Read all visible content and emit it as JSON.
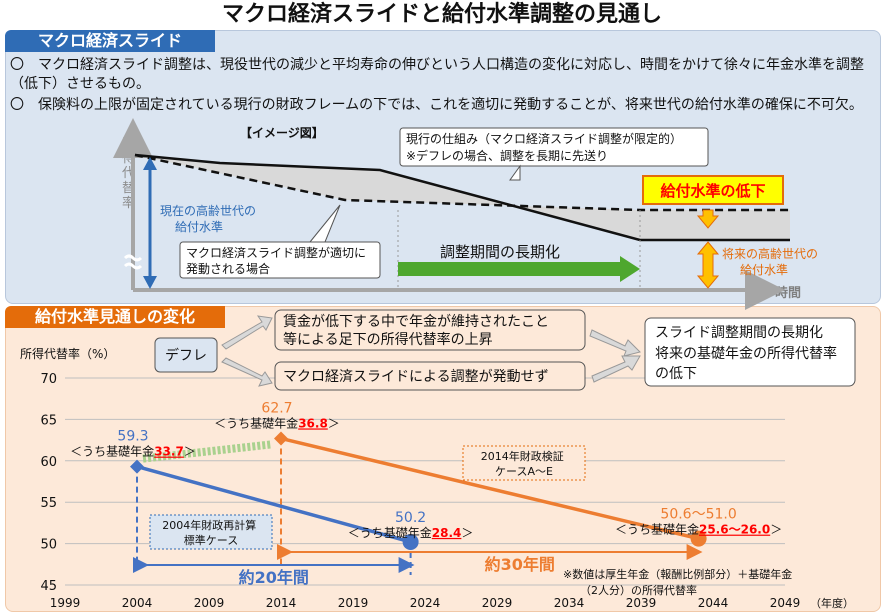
{
  "title": "マクロ経済スライドと給付水準調整の見通し",
  "section1": {
    "tag": "マクロ経済スライド",
    "bullet1": "〇　マクロ経済スライド調整は、現役世代の減少と平均寿命の伸びという人口構造の変化に対応し、時間をかけて徐々に年金水準を調整（低下）させるもの。",
    "bullet2": "〇　保険料の上限が固定されている現行の財政フレームの下では、これを適切に発動することが、将来世代の給付水準の確保に不可欠。",
    "image_label": "【イメージ図】",
    "y_axis": "所得代替率",
    "x_axis": "時間",
    "current_note_line1": "現行の仕組み（マクロ経済スライド調整が限定的）",
    "current_note_line2": "※デフレの場合、調整を長期に先送り",
    "proper_note_line1": "マクロ経済スライド調整が適切に",
    "proper_note_line2": "発動される場合",
    "current_elderly_line1": "現在の高齢世代の",
    "current_elderly_line2": "給付水準",
    "future_elderly_line1": "将来の高齢世代の",
    "future_elderly_line2": "給付水準",
    "benefit_decline": "給付水準の低下",
    "longer_period": "調整期間の長期化"
  },
  "section2": {
    "tag": "給付水準見通しの変化",
    "y_axis_label": "所得代替率（%）",
    "deflation": "デフレ",
    "cause1_line1": "賃金が低下する中で年金が維持されたこと",
    "cause1_line2": "等による足下の所得代替率の上昇",
    "cause2": "マクロ経済スライドによる調整が発動せず",
    "result_line1": "スライド調整期間の長期化",
    "result_line2": "将来の基礎年金の所得代替率",
    "result_line3": "の低下",
    "box2004_line1": "2004年財政再計算",
    "box2004_line2": "標準ケース",
    "box2014_line1": "2014年財政検証",
    "box2014_line2": "ケースA～E",
    "span20": "約20年間",
    "span30": "約30年間",
    "footnote_line1": "※数値は厚生年金（報酬比例部分）＋基礎年金",
    "footnote_line2": "（2人分）の所得代替率",
    "x_unit": "（年度）"
  },
  "chart_data": {
    "type": "line",
    "x_ticks": [
      "1999",
      "2004",
      "2009",
      "2014",
      "2019",
      "2024",
      "2029",
      "2034",
      "2039",
      "2044",
      "2049"
    ],
    "y_ticks": [
      "45",
      "50",
      "55",
      "60",
      "65",
      "70"
    ],
    "ylim": [
      45,
      70
    ],
    "xlim": [
      1999,
      2049
    ],
    "series": [
      {
        "name": "",
        "color": "#4472c4",
        "points": [
          [
            2004,
            59.3
          ],
          [
            2023,
            50.2
          ]
        ],
        "labels": [
          {
            "value": "59.3",
            "sub_prefix": "＜うち基礎年金",
            "sub_value": "33.7",
            "sub_suffix": "＞"
          },
          {
            "value": "50.2",
            "sub_prefix": "＜うち基礎年金",
            "sub_value": "28.4",
            "sub_suffix": "＞"
          }
        ]
      },
      {
        "name": "",
        "color": "#ed7d31",
        "points": [
          [
            2014,
            62.7
          ],
          [
            2043,
            50.6
          ]
        ],
        "labels": [
          {
            "value": "62.7",
            "sub_prefix": "＜うち基礎年金",
            "sub_value": "36.8",
            "sub_suffix": "＞"
          },
          {
            "value": "50.6～51.0",
            "sub_prefix": "＜うち基礎年金",
            "sub_value": "25.6～26.0",
            "sub_suffix": "＞"
          }
        ]
      }
    ]
  },
  "colors": {
    "blue": "#4472c4",
    "orange": "#ed7d31",
    "red": "#ff0000",
    "green": "#4ea72e"
  }
}
